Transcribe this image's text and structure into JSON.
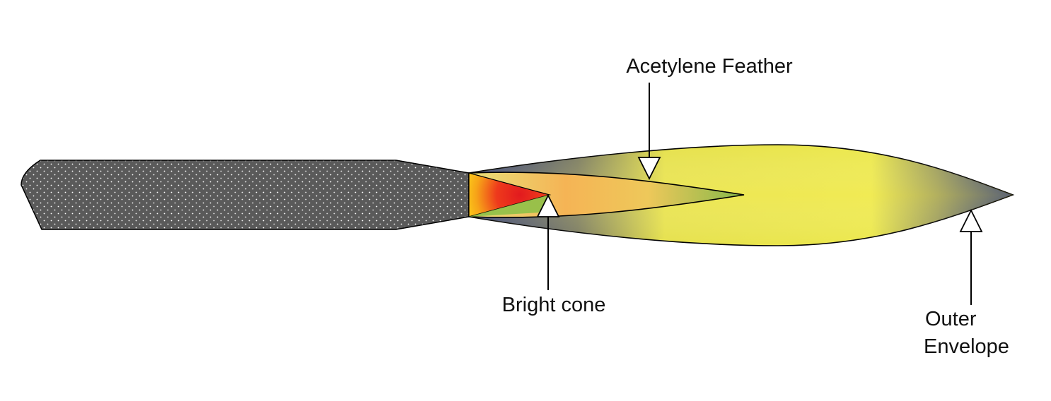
{
  "labels": {
    "acetylene_feather": "Acetylene Feather",
    "bright_cone": "Bright cone",
    "outer_envelope_line1": "Outer",
    "outer_envelope_line2": "Envelope"
  },
  "colors": {
    "tip_body": "#5a5a5a",
    "tip_dots": "#ffffff",
    "outline": "#000000",
    "outer_yellow": "#eee94a",
    "outer_blue": "#2e3a7a",
    "feather_orange": "#f5b455",
    "feather_green": "#8cb84a",
    "cone_red": "#e8201e",
    "cone_yellow": "#fff11c"
  }
}
